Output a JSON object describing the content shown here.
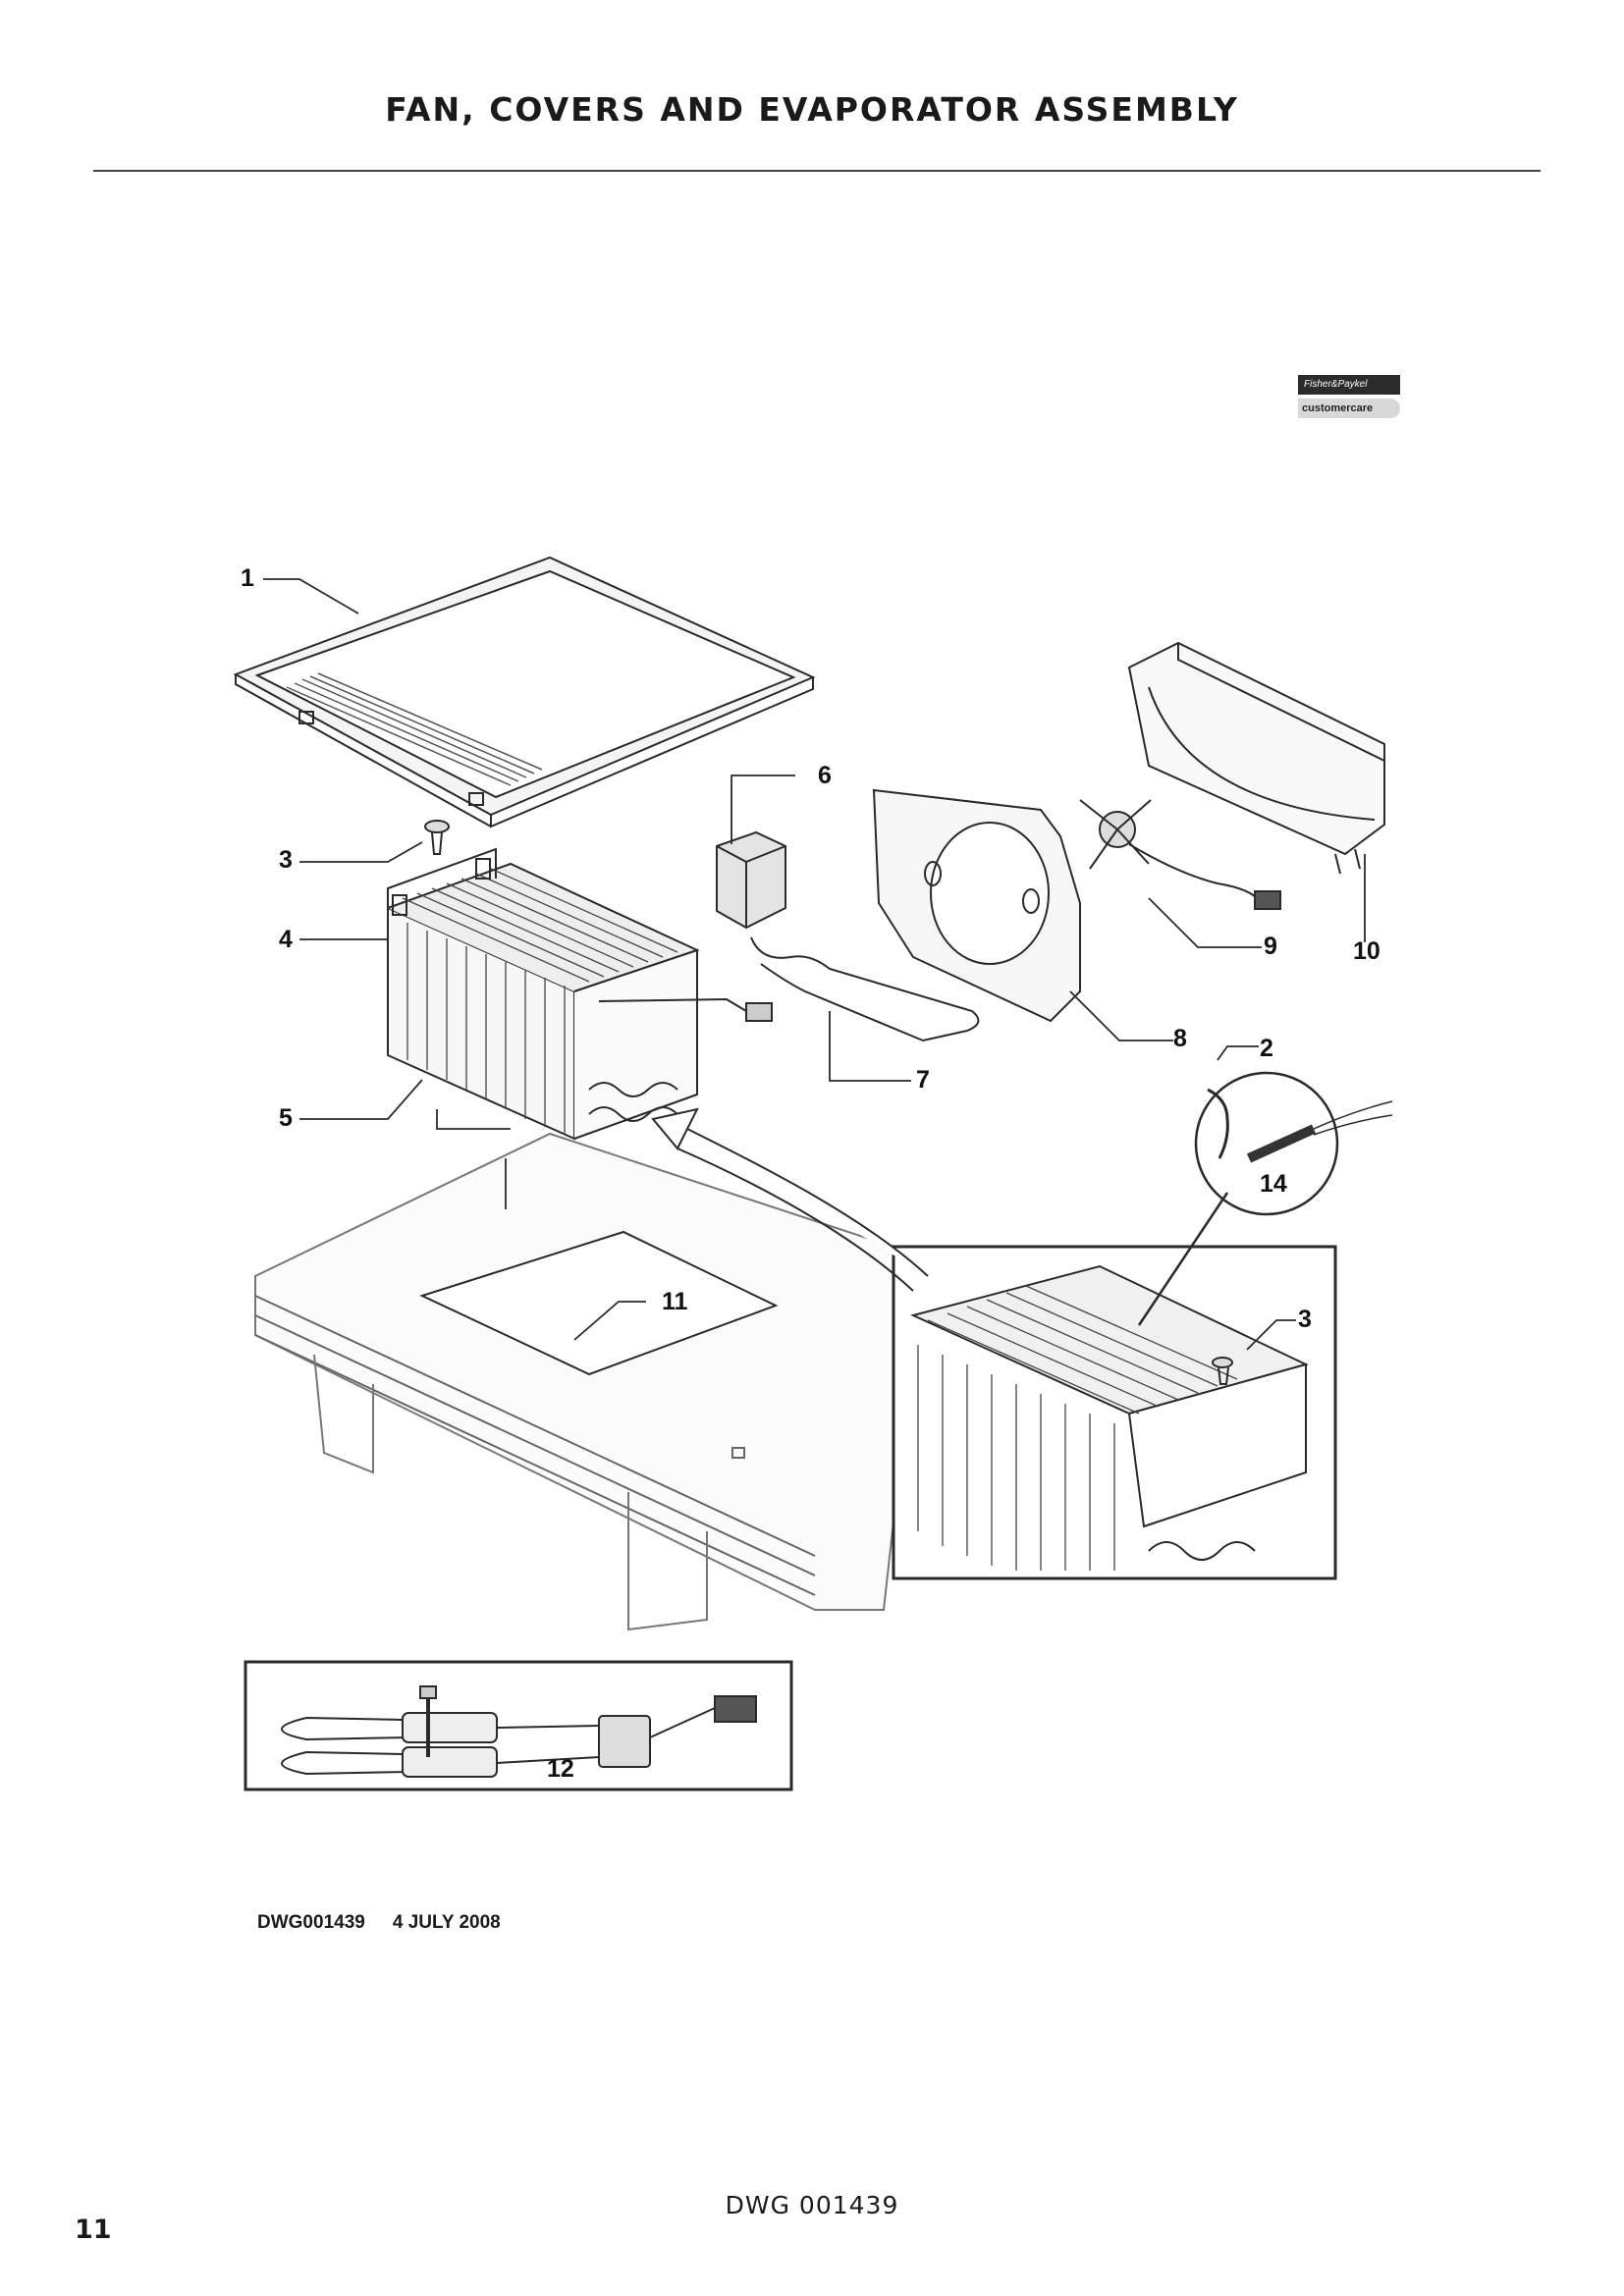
{
  "header": {
    "title": "FAN, COVERS AND EVAPORATOR ASSEMBLY"
  },
  "logo": {
    "brand": "Fisher&Paykel",
    "care": "customercare"
  },
  "callouts": {
    "c1": "1",
    "c2": "2",
    "c3": "3",
    "c3b": "3",
    "c4": "4",
    "c5": "5",
    "c6": "6",
    "c7": "7",
    "c8": "8",
    "c9": "9",
    "c10": "10",
    "c11": "11",
    "c12": "12",
    "c14": "14"
  },
  "drawing_ref": {
    "number": "DWG001439",
    "date": "4 JULY 2008"
  },
  "footer": {
    "dwg": "DWG 001439",
    "page": "11"
  },
  "colors": {
    "line": "#2a2a2a",
    "light_line": "#8a8a8a",
    "fill_light": "#f2f2f2"
  }
}
